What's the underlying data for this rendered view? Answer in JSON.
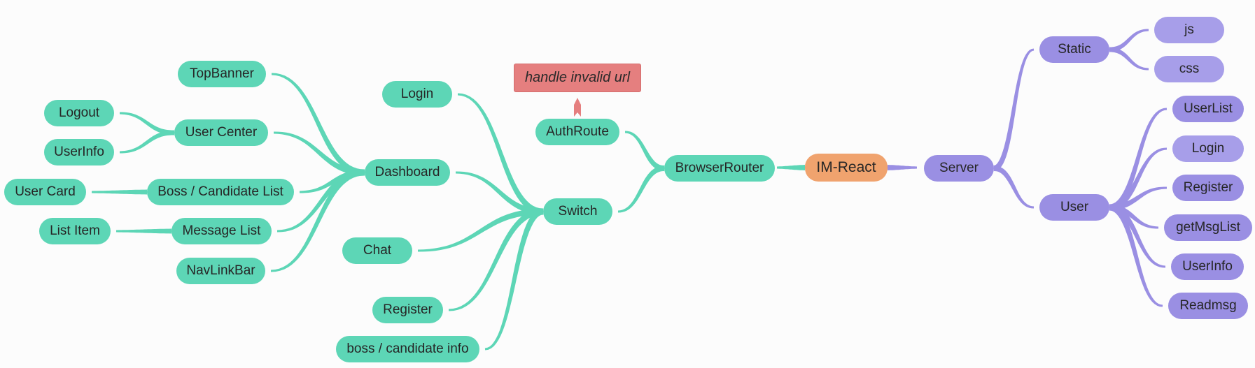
{
  "root": {
    "label": "IM-React"
  },
  "browser_router": {
    "label": "BrowserRouter"
  },
  "auth_route": {
    "label": "AuthRoute",
    "note": "handle invalid url"
  },
  "switch": {
    "label": "Switch"
  },
  "login": {
    "label": "Login"
  },
  "dashboard": {
    "label": "Dashboard",
    "top_banner": "TopBanner",
    "user_center": {
      "label": "User Center",
      "logout": "Logout",
      "user_info": "UserInfo"
    },
    "boss_candidate_list": {
      "label": "Boss / Candidate List",
      "user_card": "User Card"
    },
    "message_list": {
      "label": "Message List",
      "list_item": "List Item"
    },
    "nav_link_bar": "NavLinkBar"
  },
  "chat": {
    "label": "Chat"
  },
  "register": {
    "label": "Register"
  },
  "boss_candidate_info": {
    "label": "boss / candidate info"
  },
  "server": {
    "label": "Server",
    "static": {
      "label": "Static",
      "js": "js",
      "css": "css"
    },
    "user": {
      "label": "User",
      "apis": [
        "UserList",
        "Login",
        "Register",
        "getMsgList",
        "UserInfo",
        "Readmsg"
      ]
    }
  },
  "colors": {
    "green": "#5dd6b6",
    "purple": "#9a8fe3",
    "orange": "#f0a36e",
    "note": "#e57f7f"
  }
}
